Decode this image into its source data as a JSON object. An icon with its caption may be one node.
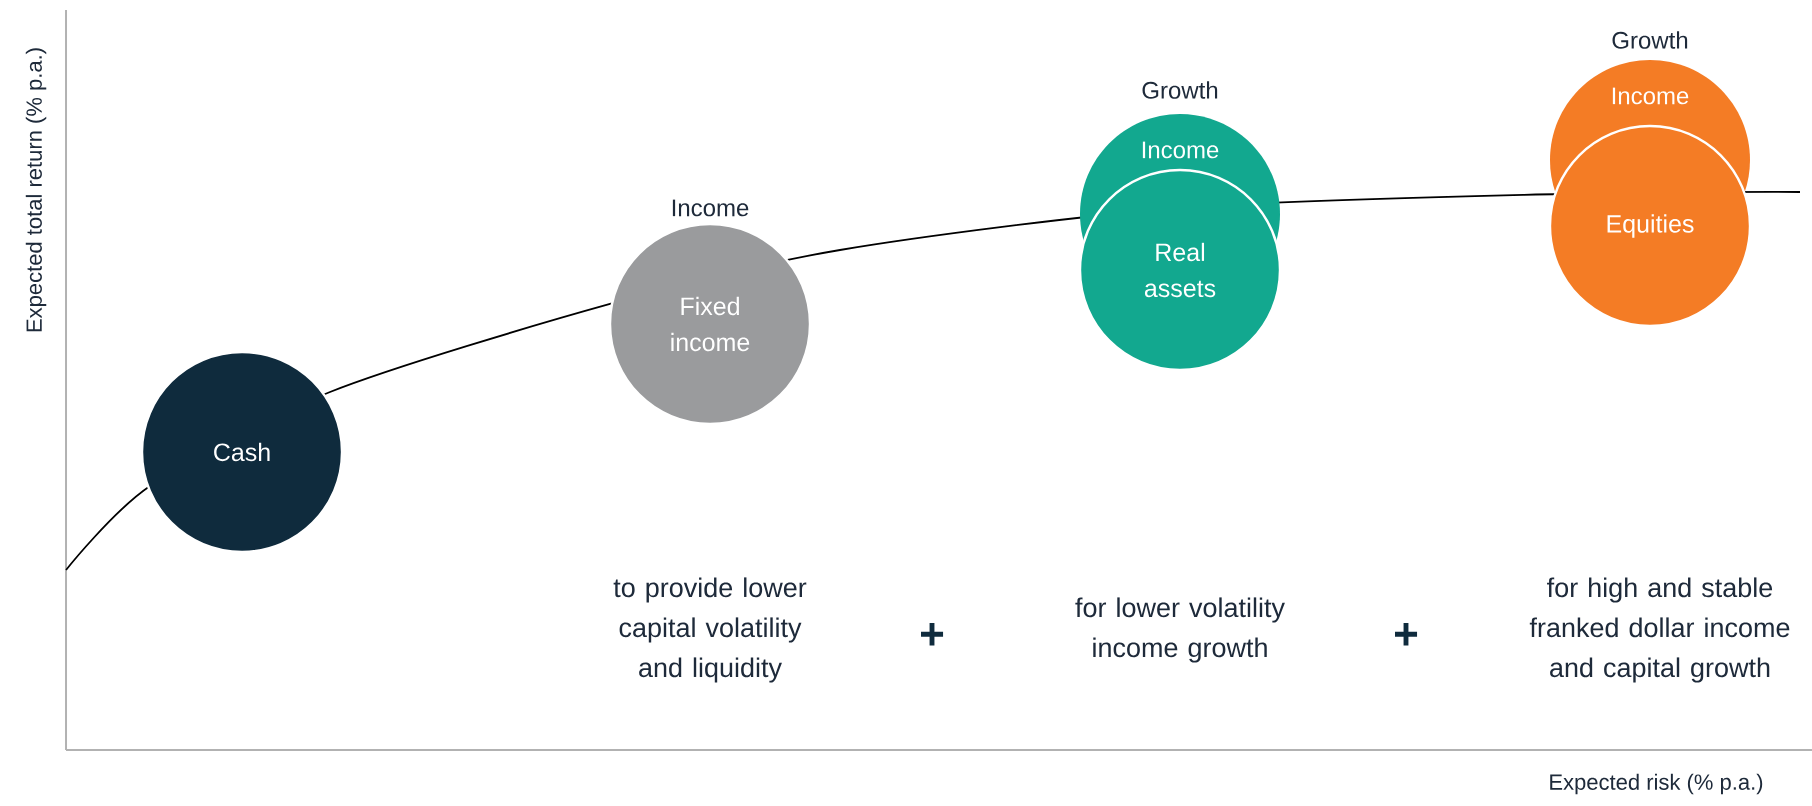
{
  "diagram": {
    "nodes": [
      {
        "text": [
          "Cash"
        ]
      },
      {
        "text": [
          "Fixed income"
        ],
        "beside": [
          "Income"
        ]
      },
      {
        "text": [
          "Income",
          "Real assets"
        ],
        "beside": [
          "Growth"
        ]
      },
      {
        "text": [
          "Income",
          "Equities"
        ],
        "beside": [
          "Growth"
        ]
      }
    ],
    "edges": [],
    "labels": [
      "Expected total return (% p.a.)",
      "to provide lower capital volatility and liquidity",
      "+",
      "for lower volatility income growth",
      "+",
      "for high and stable franked dollar income and capital growth",
      "Expected risk (% p.a.)"
    ]
  }
}
